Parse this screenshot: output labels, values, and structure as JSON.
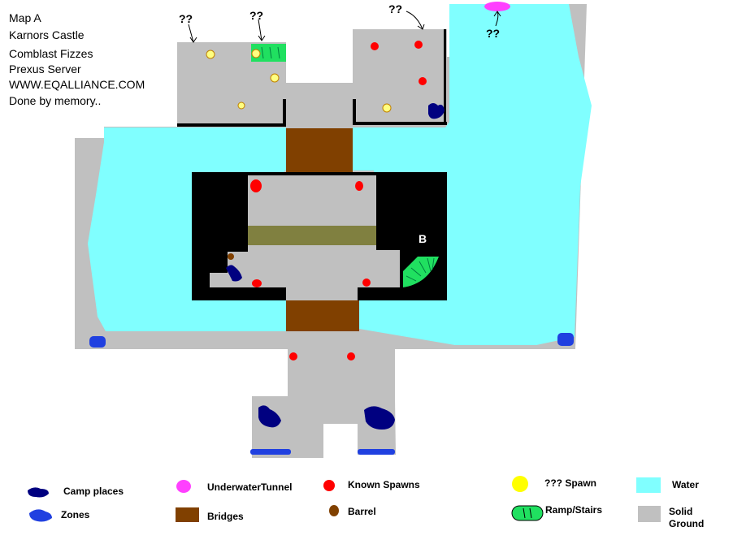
{
  "header": {
    "lines": [
      "Map A",
      "Karnors Castle",
      "Comblast Fizzes",
      "Prexus Server",
      "WWW.EQALLIANCE.COM",
      "Done by memory.."
    ]
  },
  "map_labels": {
    "unknown_marker": "??",
    "room_marker": "B"
  },
  "legend": {
    "camp_places": "Camp places",
    "zones": "Zones",
    "underwater_tunnel": "UnderwaterTunnel",
    "bridges": "Bridges",
    "known_spawns": "Known Spawns",
    "barrel": "Barrel",
    "unknown_spawn": "??? Spawn",
    "ramp_stairs": "Ramp/Stairs",
    "water": "Water",
    "solid_ground_line1": "Solid",
    "solid_ground_line2": "Ground"
  },
  "colors": {
    "water": "#80ffff",
    "ground": "#c0c0c0",
    "wall": "#000000",
    "bridge": "#804000",
    "spawn": "#ff0000",
    "unknown_spawn": "#ffff80",
    "camp": "#000080",
    "zone": "#2040e0",
    "tunnel": "#ff40ff",
    "ramp": "#20e060",
    "walkway": "#808040",
    "barrel": "#804000"
  }
}
